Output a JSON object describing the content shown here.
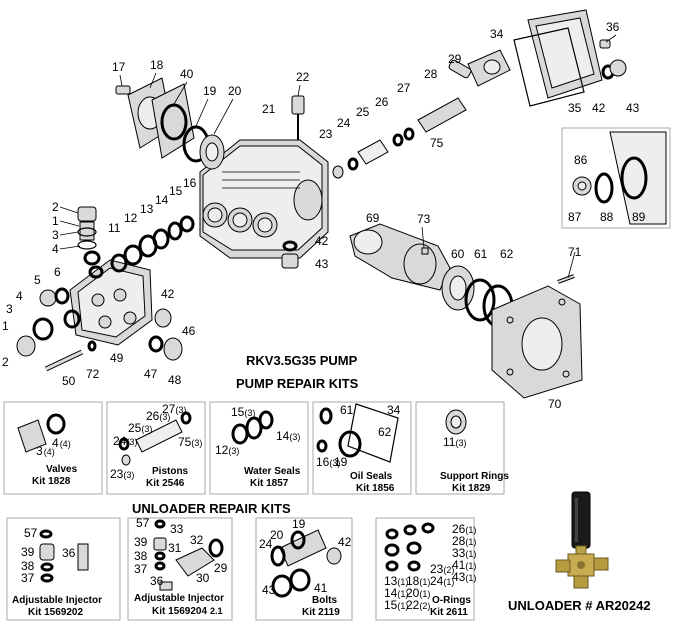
{
  "title": "RKV3.5G35 PUMP",
  "pump_kits_heading": "PUMP REPAIR KITS",
  "unloader_kits_heading": "UNLOADER REPAIR KITS",
  "unloader_label": "UNLOADER # AR20242",
  "callouts": {
    "c1": "1",
    "c2": "2",
    "c3": "3",
    "c4": "4",
    "c5": "5",
    "c6": "6",
    "c11": "11",
    "c12": "12",
    "c13": "13",
    "c14": "14",
    "c15": "15",
    "c16": "16",
    "c17": "17",
    "c18": "18",
    "c19": "19",
    "c20": "20",
    "c21": "21",
    "c22": "22",
    "c23": "23",
    "c24": "24",
    "c25": "25",
    "c26": "26",
    "c27": "27",
    "c28": "28",
    "c29": "29",
    "c30": "30",
    "c34": "34",
    "c35": "35",
    "c36": "36",
    "c40": "40",
    "c42": "42",
    "c43": "43",
    "c46": "46",
    "c47": "47",
    "c48": "48",
    "c49": "49",
    "c50": "50",
    "c60": "60",
    "c61": "61",
    "c62": "62",
    "c69": "69",
    "c70": "70",
    "c71": "71",
    "c72": "72",
    "c73": "73",
    "c75": "75",
    "c86": "86",
    "c87": "87",
    "c88": "88",
    "c89": "89"
  },
  "kits": {
    "valves": {
      "name": "Valves",
      "kit": "Kit 1828",
      "p1": "3",
      "q1": "(4)",
      "p2": "4",
      "q2": "(4)"
    },
    "pistons": {
      "name": "Pistons",
      "kit": "Kit 2546",
      "p1": "26",
      "q1": "(3)",
      "p2": "27",
      "q2": "(3)",
      "p3": "25",
      "q3": "(3)",
      "p4": "24",
      "q4": "(3)",
      "p5": "75",
      "q5": "(3)",
      "p6": "23",
      "q6": "(3)"
    },
    "water_seals": {
      "name": "Water Seals",
      "kit": "Kit 1857",
      "p1": "15",
      "q1": "(3)",
      "p2": "14",
      "q2": "(3)",
      "p3": "12",
      "q3": "(3)"
    },
    "oil_seals": {
      "name": "Oil Seals",
      "kit": "Kit 1856",
      "p1": "61",
      "p2": "34",
      "p3": "62",
      "p4": "16",
      "q4": "(3)",
      "p5": "19"
    },
    "support_rings": {
      "name": "Support Rings",
      "kit": "Kit 1829",
      "p1": "11",
      "q1": "(3)"
    },
    "adj_injector": {
      "name": "Adjustable Injector",
      "kit": "Kit 1569202",
      "p1": "57",
      "p2": "39",
      "p3": "36",
      "p4": "38",
      "p5": "37"
    },
    "adj_injector2": {
      "name": "Adjustable Injector",
      "kit": "Kit 1569204",
      "kit_suffix": "2.1",
      "p1": "57",
      "p2": "33",
      "p3": "32",
      "p4": "39",
      "p5": "31",
      "p6": "38",
      "p7": "37",
      "p8": "36",
      "p9": "29",
      "p10": "30"
    },
    "bolts": {
      "name": "Bolts",
      "kit": "Kit 2119",
      "p1": "19",
      "p2": "20",
      "p3": "24",
      "p4": "42",
      "p5": "43",
      "p6": "41"
    },
    "orings": {
      "name": "O-Rings",
      "kit": "Kit 2611",
      "r1": "26",
      "rq1": "(1)",
      "r2": "28",
      "rq2": "(1)",
      "r3": "33",
      "rq3": "(1)",
      "r4": "41",
      "rq4": "(1)",
      "r5": "43",
      "rq5": "(1)",
      "r6": "23",
      "rq6": "(2)",
      "r7": "24",
      "rq7": "(1)",
      "l1": "13",
      "lq1": "(1)",
      "l2": "14",
      "lq2": "(1)",
      "l3": "15",
      "lq3": "(1)",
      "m1": "18",
      "mq1": "(1)",
      "m2": "20",
      "mq2": "(1)",
      "m3": "22",
      "mq3": "(2)"
    }
  }
}
